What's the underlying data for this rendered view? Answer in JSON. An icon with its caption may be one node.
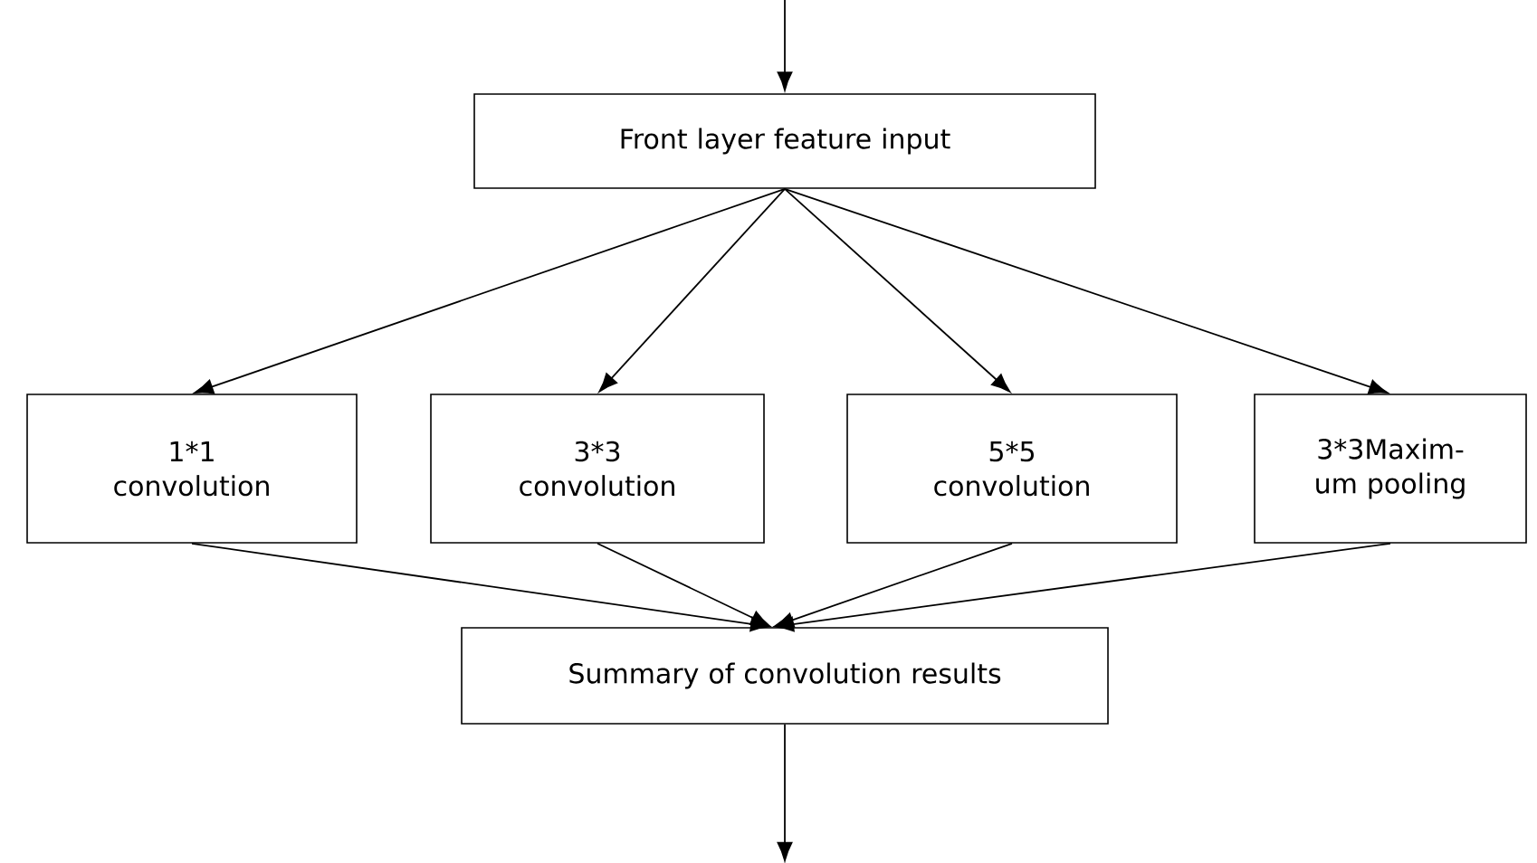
{
  "diagram": {
    "nodes": [
      {
        "text": [
          "Front layer feature input"
        ]
      },
      {
        "text": [
          "1*1 convolution"
        ]
      },
      {
        "text": [
          "3*3 convolution"
        ]
      },
      {
        "text": [
          "5*5 convolution"
        ]
      },
      {
        "text": [
          "3*3Maxim- um pooling"
        ]
      },
      {
        "text": [
          "Summary of convolution results"
        ]
      }
    ],
    "edges": [
      {
        "from": null,
        "to": 0,
        "arrow": "to"
      },
      {
        "from": 0,
        "to": 1,
        "arrow": "to"
      },
      {
        "from": 0,
        "to": 2,
        "arrow": "to"
      },
      {
        "from": 0,
        "to": 3,
        "arrow": "to"
      },
      {
        "from": 0,
        "to": 4,
        "arrow": "to"
      },
      {
        "from": 1,
        "to": 5,
        "arrow": "to"
      },
      {
        "from": 2,
        "to": 5,
        "arrow": "to"
      },
      {
        "from": 3,
        "to": 5,
        "arrow": "to"
      },
      {
        "from": 4,
        "to": 5,
        "arrow": "to"
      },
      {
        "from": 5,
        "to": null,
        "arrow": "to"
      }
    ]
  }
}
